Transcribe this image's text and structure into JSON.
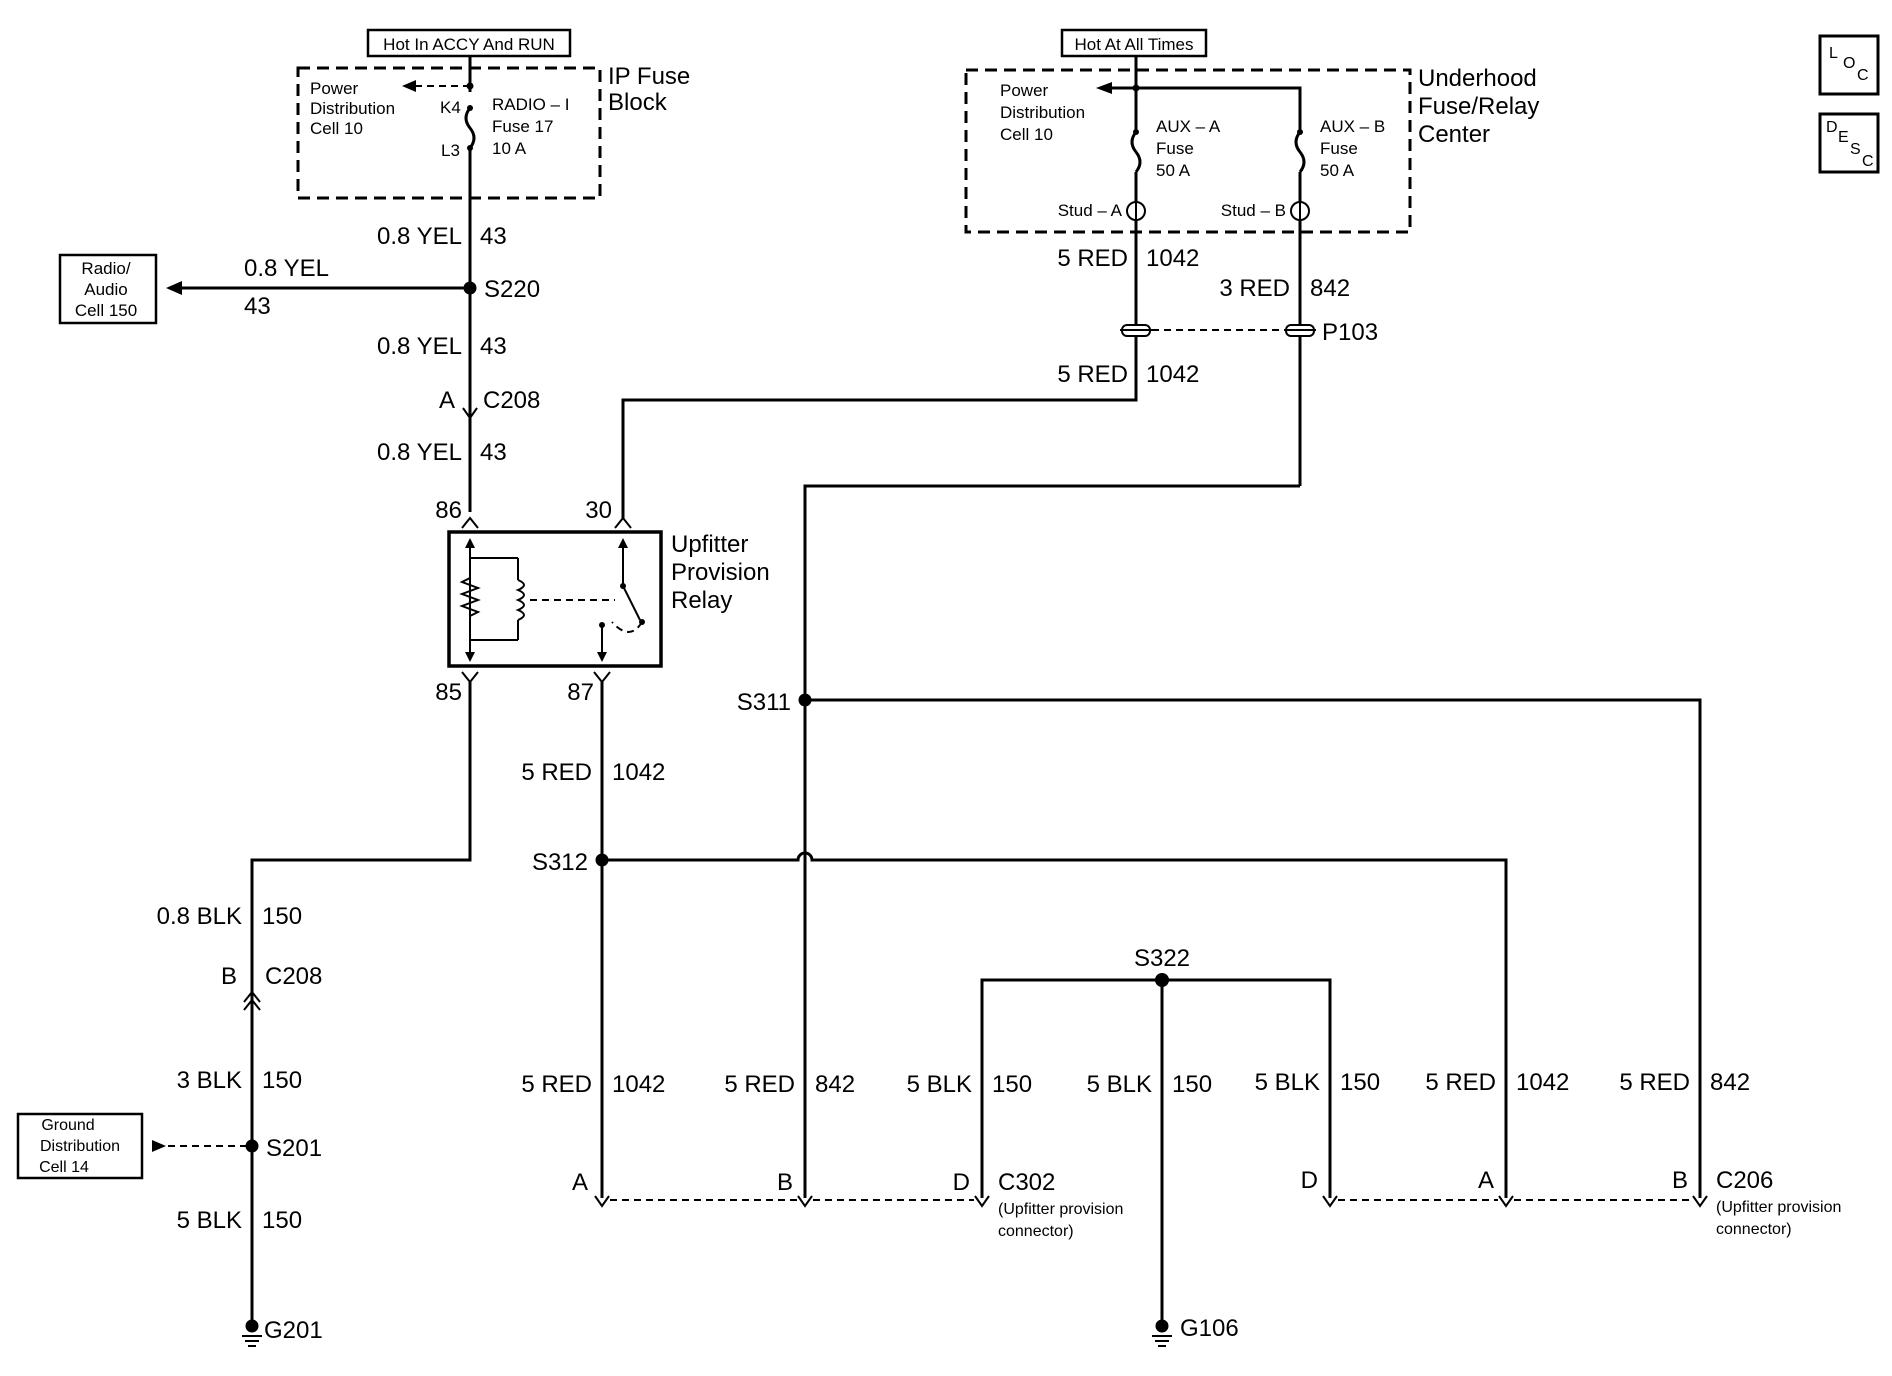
{
  "header": {
    "accy_run": "Hot In ACCY And RUN",
    "all_times": "Hot At All Times"
  },
  "ip_fuse": {
    "title_1": "IP Fuse",
    "title_2": "Block",
    "power_1": "Power",
    "power_2": "Distribution",
    "power_3": "Cell 10",
    "k4": "K4",
    "l3": "L3",
    "fuse_1": "RADIO – I",
    "fuse_2": "Fuse 17",
    "fuse_3": "10 A"
  },
  "underhood": {
    "title_1": "Underhood",
    "title_2": "Fuse/Relay",
    "title_3": "Center",
    "power_1": "Power",
    "power_2": "Distribution",
    "power_3": "Cell 10",
    "auxa_1": "AUX – A",
    "auxa_2": "Fuse",
    "auxa_3": "50 A",
    "auxb_1": "AUX – B",
    "auxb_2": "Fuse",
    "auxb_3": "50 A",
    "stud_a": "Stud – A",
    "stud_b": "Stud – B"
  },
  "radio": {
    "line1": "Radio/",
    "line2": "Audio",
    "line3": "Cell 150"
  },
  "ground_dist": {
    "line1": "Ground",
    "line2": "Distribution",
    "line3": "Cell 14"
  },
  "relay": {
    "name_1": "Upfitter",
    "name_2": "Provision",
    "name_3": "Relay",
    "pin86": "86",
    "pin30": "30",
    "pin85": "85",
    "pin87": "87"
  },
  "wires": {
    "yel_color": "0.8 YEL",
    "yel_circuit": "43",
    "red1042_1": "5 RED",
    "c1042": "1042",
    "red842_3": "3 RED",
    "c842": "842",
    "blk08": "0.8 BLK",
    "c150": "150",
    "blk3": "3 BLK",
    "blk5": "5 BLK",
    "red5": "5 RED"
  },
  "splices": {
    "s220": "S220",
    "p103": "P103",
    "s311": "S311",
    "s312": "S312",
    "s322": "S322",
    "s201": "S201"
  },
  "connectors": {
    "c208": "C208",
    "pin_a": "A",
    "pin_b": "B",
    "pin_d": "D",
    "c302": "C302",
    "c206": "C206",
    "upfit_1": "(Upfitter provision",
    "upfit_2": "connector)"
  },
  "grounds": {
    "g201": "G201",
    "g106": "G106"
  },
  "corner": {
    "loc_1": "L",
    "loc_2": "O",
    "loc_3": "C",
    "desc_1": "D",
    "desc_2": "E",
    "desc_3": "S",
    "desc_4": "C"
  }
}
